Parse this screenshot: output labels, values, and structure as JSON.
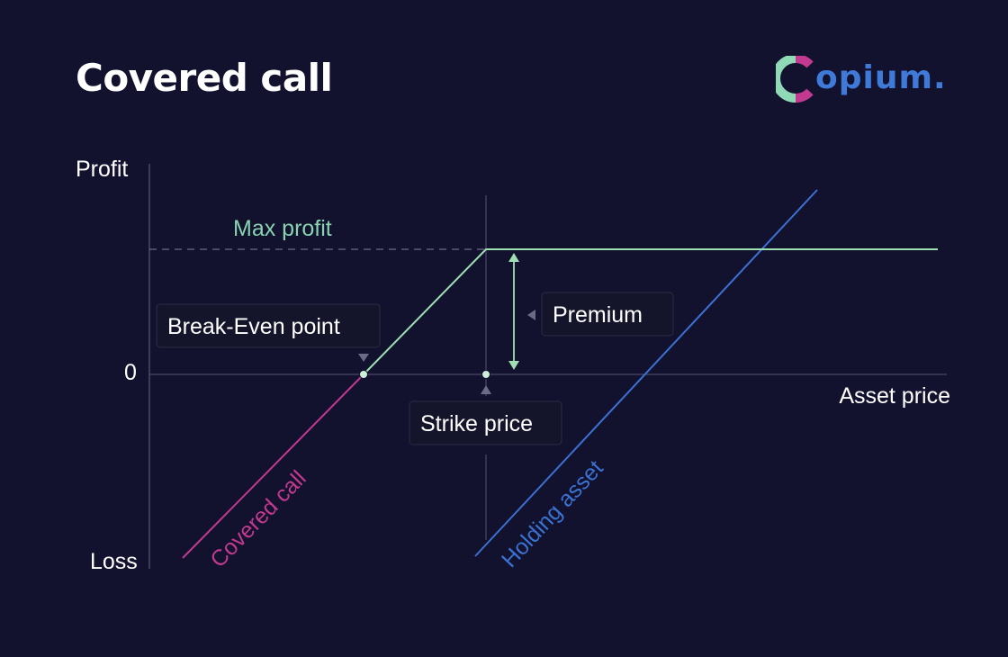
{
  "title": "Covered call",
  "logo": {
    "text": "opium.",
    "icon": "opium-o-icon"
  },
  "colors": {
    "background": "#12112e",
    "covered_call": "#c23a8f",
    "covered_call_positive": "#9fe0b3",
    "holding_asset": "#3b71d1",
    "max_profit": "#88d4b0",
    "axis": "#6b6b85"
  },
  "axes": {
    "y_top_label": "Profit",
    "y_zero_label": "0",
    "y_bottom_label": "Loss",
    "x_label": "Asset price"
  },
  "labels": {
    "max_profit": "Max profit",
    "break_even": "Break-Even point",
    "premium": "Premium",
    "strike_price": "Strike price",
    "covered_call": "Covered call",
    "holding_asset": "Holding asset"
  }
}
